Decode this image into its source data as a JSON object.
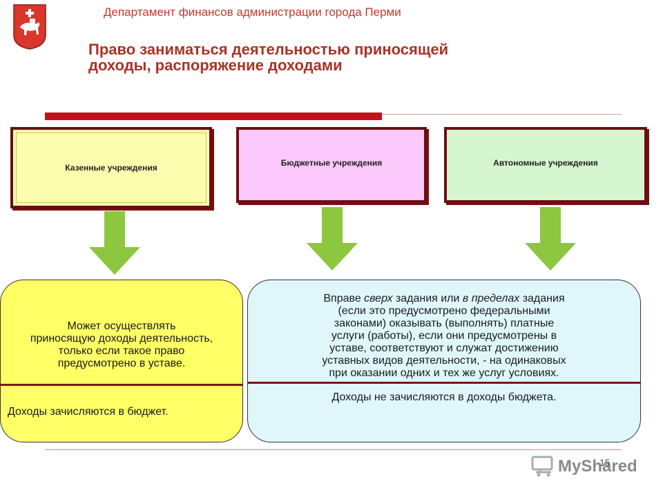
{
  "header": {
    "department": "Департамент финансов администрации города Перми",
    "title_line1": "Право заниматься деятельностью приносящей",
    "title_line2": "доходы, распоряжение доходами"
  },
  "categories": [
    {
      "label": "Казенные учреждения",
      "color": "#fdfdb0"
    },
    {
      "label": "Бюджетные учреждения",
      "color": "#fbc8fb"
    },
    {
      "label": "Автономные учреждения",
      "color": "#d6f6d0"
    }
  ],
  "left_panel": {
    "line1": "Может осуществлять",
    "line2": "приносящую доходы деятельность,",
    "line3": "только если такое право",
    "line4": "предусмотрено в уставе.",
    "bottom": "Доходы зачисляются в бюджет."
  },
  "right_panel": {
    "line1_a": "Вправе ",
    "line1_b": "сверх",
    "line1_c": " задания или ",
    "line1_d": "в пределах",
    "line1_e": " задания",
    "line2": "(если это предусмотрено федеральными",
    "line3": "законами) оказывать (выполнять) платные",
    "line4": "услуги (работы), если они предусмотрены в",
    "line5": "уставе, соответствуют и служат достижению",
    "line6": "уставных видов деятельности, - на одинаковых",
    "line7": "при оказании одних и тех же услуг условиях.",
    "bottom": "Доходы не зачисляются в доходы бюджета."
  },
  "footer": {
    "page_number": "15",
    "watermark": "MyShared"
  },
  "colors": {
    "accent_red": "#c0121b",
    "arrow_green": "#8dc63f",
    "left_panel": "#ffff66",
    "right_panel": "#dff7fb"
  }
}
